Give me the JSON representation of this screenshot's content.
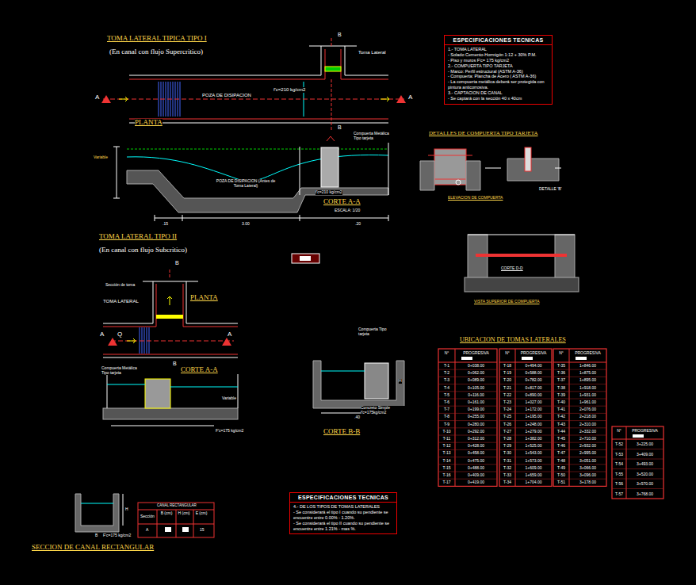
{
  "diagram": {
    "nodes": [
      {
        "text": [
          "ESPECIFICACIONES TECNICAS",
          "1.- TOMA LATERAL",
          "- Solado Cemento-Hormigón 1:12 + 30% P.M.",
          "- Piso y muros F'c= 175 kg/cm2",
          "2.- COMPUERTA TIPO TARJETA",
          "- Marco: Perfil estructural (ASTM A-36)",
          "- Compuerta: Plancha de Acero ( ASTM A-36)",
          "- La compuerta metálica deberá ser protegida con pintura anticorrosiva.",
          "3.- CAPTACION DE CANAL",
          "- Se captará con la sección 40 x 40cm"
        ]
      },
      {
        "text": [
          "ESPECIFICACIONES TECNICAS",
          "4.- DE LOS TIPOS DE TOMAS LATERALES",
          "- Se considerará el tipo I cuando su pendiente se encuentre entre 0.00% - 1.20%.",
          "- Se considerará el tipo II cuando su pendiente se encuentre entre 1.21% - mas %."
        ]
      }
    ],
    "labels": [
      "TOMA LATERAL TIPICA TIPO I",
      "(En canal con flujo Supercritico)",
      "B",
      "Toma Lateral",
      "A",
      "A",
      "POZA DE DISIPACION",
      "f'c=210 kg/cm2",
      "B",
      "PLANTA",
      "Compuerta Metálica Tipo tarjeta",
      "Variable",
      "POZA DE DISIPACION (Antes de Toma Lateral)",
      "f'c=210 kg/cm2",
      "CORTE A-A",
      "ESCALA: 1/20",
      ".15",
      "3.00",
      ".20",
      "DETALLES DE COMPUERTA TIPO TARJETA",
      "ELEVACION DE COMPUERTA",
      "DETALLE 'B'",
      "CORTE D-D",
      "VISTA SUPERIOR DE COMPUERTA",
      "TOMA LATERAL TIPO II",
      "(En canal con flujo Subcritico)",
      "B",
      "Sección de toma",
      "TOMA LATERAL",
      "PLANTA",
      "A",
      "Q",
      "A",
      "B",
      "Compuerta Metálica Tipo tarjeta",
      "CORTE A-A",
      "Variable",
      "F'c=175 kg/cm2",
      "Compuerta Tipo tarjeta",
      "H",
      "Concreto Simple f'c=175kg/cm2",
      ".40",
      "CORTE B-B",
      "UBICACION DE TOMAS LATERALES",
      "SECCION DE CANAL RECTANGULAR",
      "H",
      "B",
      "F'c=175 kg/cm2",
      "CANAL RECTANGULAR",
      "Sección",
      "B (cm)",
      "H (cm)",
      "E (cm)",
      "A",
      "15",
      "N°",
      "PROGRESIVA",
      "T-1",
      "0+038.00",
      "T-2",
      "0+062.00",
      "T-3",
      "0+089.00",
      "T-4",
      "0+105.00",
      "T-5",
      "0+116.00",
      "T-6",
      "0+161.00",
      "T-7",
      "0+199.00",
      "T-8",
      "0+255.00",
      "T-9",
      "0+280.00",
      "T-10",
      "0+292.00",
      "T-11",
      "0+312.00",
      "T-12",
      "0+428.00",
      "T-13",
      "0+458.00",
      "T-14",
      "0+475.00",
      "T-15",
      "0+488.00",
      "T-16",
      "0+409.00",
      "T-17",
      "0+419.00",
      "N°",
      "PROGRESIVA",
      "T-18",
      "0+494.00",
      "T-19",
      "0+588.00",
      "T-20",
      "0+782.00",
      "T-21",
      "0+817.00",
      "T-22",
      "0+890.00",
      "T-23",
      "1+027.00",
      "T-24",
      "1+172.00",
      "T-25",
      "1+195.00",
      "T-26",
      "1+248.00",
      "T-27",
      "1+279.00",
      "T-28",
      "1+382.00",
      "T-29",
      "1+525.00",
      "T-30",
      "1+543.00",
      "T-31",
      "1+573.00",
      "T-32",
      "1+609.00",
      "T-33",
      "1+659.00",
      "T-34",
      "1+704.00",
      "N°",
      "PROGRESIVA",
      "T-35",
      "1+846.00",
      "T-36",
      "1+875.00",
      "T-37",
      "1+895.00",
      "T-38",
      "1+918.00",
      "T-39",
      "1+931.00",
      "T-40",
      "1+961.00",
      "T-41",
      "2+076.00",
      "T-42",
      "2+218.00",
      "T-43",
      "2+310.00",
      "T-44",
      "2+332.00",
      "T-45",
      "2+710.00",
      "T-46",
      "2+932.00",
      "T-47",
      "2+995.00",
      "T-48",
      "3+051.00",
      "T-49",
      "3+066.00",
      "T-50",
      "3+096.00",
      "T-51",
      "3+178.00",
      "N°",
      "PROGRESIVA",
      "T-52",
      "3+225.00",
      "T-53",
      "3+409.00",
      "T-54",
      "3+493.00",
      "T-55",
      "3+520.00",
      "T-56",
      "3+570.00",
      "T-57",
      "3+768.00"
    ]
  }
}
